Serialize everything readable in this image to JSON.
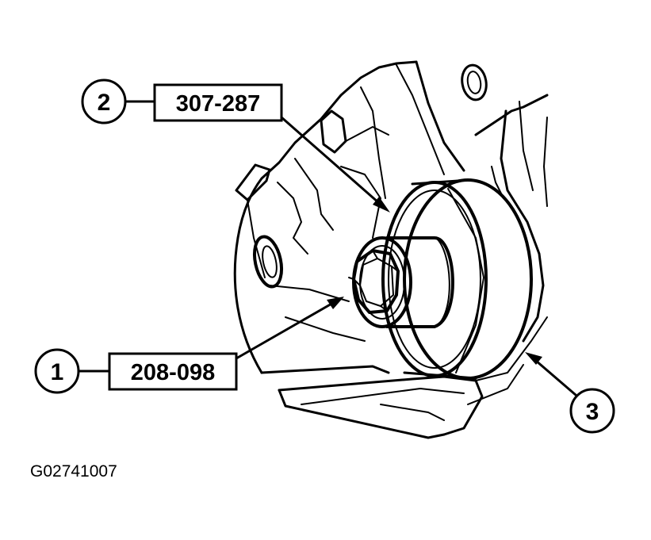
{
  "callouts": [
    {
      "number": "1",
      "tool": "208-098"
    },
    {
      "number": "2",
      "tool": "307-287"
    },
    {
      "number": "3",
      "tool": ""
    }
  ],
  "figure_id": "G02741007"
}
